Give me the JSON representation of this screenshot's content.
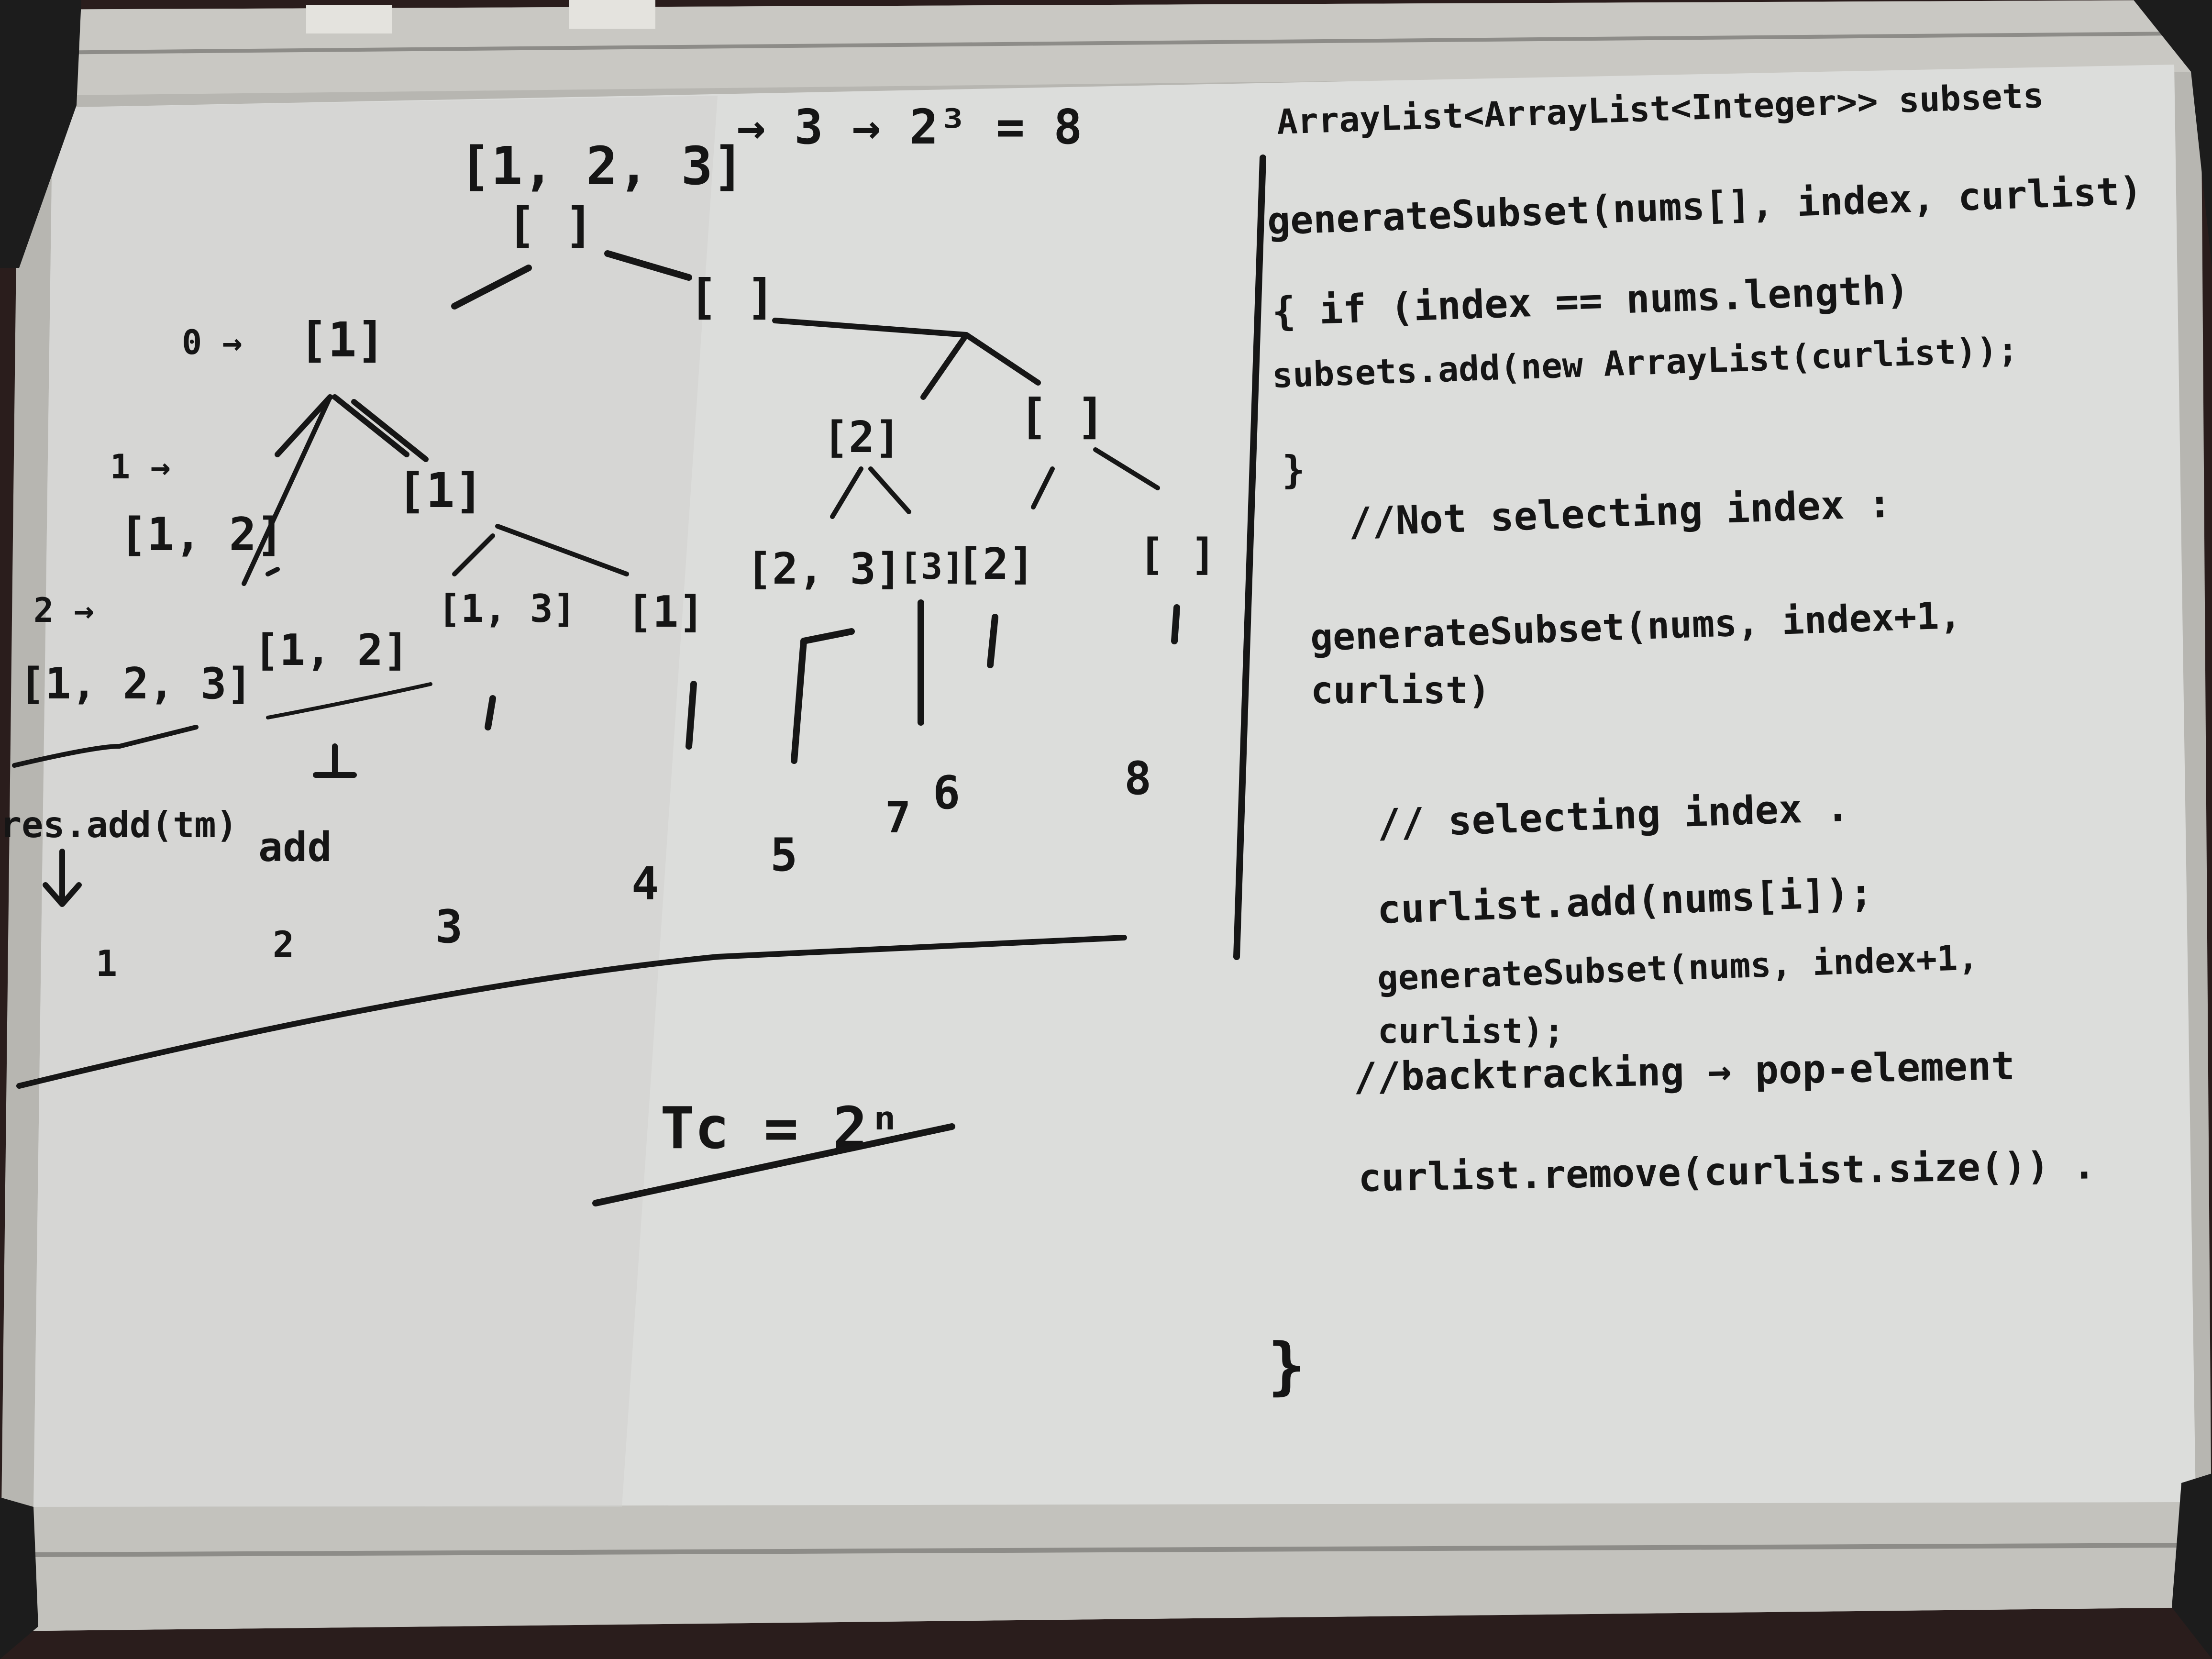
{
  "colors": {
    "board_surface": "#d9dad8",
    "frame_aluminium": "#b9b8b3",
    "frame_corner": "#1c1c1c",
    "marker_ink": "#161616",
    "background": "#2a1d1c"
  },
  "tree": {
    "root_set": "[1, 2, 3]",
    "root_note": "→ 3 → 2³ = 8",
    "root_node": "[ ]",
    "level0": {
      "index_label": "0 →",
      "left": "[1]",
      "right": "[ ]"
    },
    "level1": {
      "index_label": "1 →",
      "nodes": [
        "[1, 2]",
        "[1]",
        "[2]",
        "[ ]"
      ]
    },
    "level2": {
      "index_label": "2 →",
      "nodes": [
        "[1, 2, 3]",
        "[1, 2]",
        "[1, 3]",
        "[1]",
        "[2, 3]",
        "[3]",
        "[2]",
        "[ ]"
      ]
    },
    "leaf_notes": {
      "first": "res.add(tm)",
      "second": "add"
    },
    "leaf_numbers": [
      "1",
      "2",
      "3",
      "4",
      "5",
      "6",
      "7",
      "8"
    ],
    "complexity": "Tc = 2ⁿ"
  },
  "code": {
    "lines": [
      "ArrayList<ArrayList<Integer>> subsets",
      "generateSubset(nums[], index, curlist)",
      "{   if (index == nums.length)",
      "      subsets.add(new ArrayList(curlist));",
      "    }",
      "//Not selecting index :",
      "generateSubset(nums, index+1,",
      "               curlist)",
      "// selecting index .",
      "curlist.add(nums[i]);",
      "generateSubset(nums, index+1,",
      "               curlist);",
      "//backtracking → pop-element",
      "curlist.remove(curlist.size()) .",
      "}"
    ]
  }
}
